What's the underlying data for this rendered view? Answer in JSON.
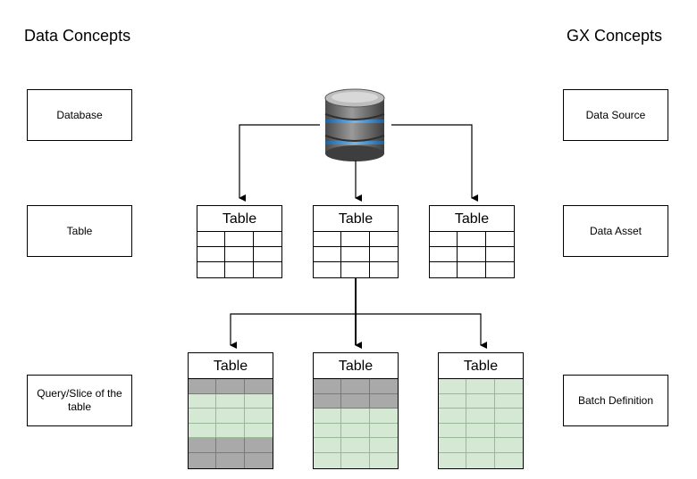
{
  "headings": {
    "data_concepts": "Data Concepts",
    "gx_concepts": "GX Concepts"
  },
  "data_concepts": [
    {
      "label": "Database"
    },
    {
      "label": "Table"
    },
    {
      "label": "Query/Slice of the table"
    }
  ],
  "gx_concepts": [
    {
      "label": "Data Source"
    },
    {
      "label": "Data Asset"
    },
    {
      "label": "Batch Definition"
    }
  ],
  "database_icon": "database-icon",
  "tables": [
    {
      "title": "Table",
      "rows": 3
    },
    {
      "title": "Table",
      "rows": 3
    },
    {
      "title": "Table",
      "rows": 3
    }
  ],
  "slices": [
    {
      "title": "Table",
      "row_states": [
        "gray",
        "green",
        "green",
        "green",
        "gray",
        "gray"
      ]
    },
    {
      "title": "Table",
      "row_states": [
        "gray",
        "gray",
        "green",
        "green",
        "green",
        "green"
      ]
    },
    {
      "title": "Table",
      "row_states": [
        "green",
        "green",
        "green",
        "green",
        "green",
        "green"
      ]
    }
  ],
  "colors": {
    "selected_row": "#d5e8d4",
    "excluded_row": "#a9a9a9",
    "database_body": "#6b6b6b",
    "database_band": "#3a8fd8"
  }
}
